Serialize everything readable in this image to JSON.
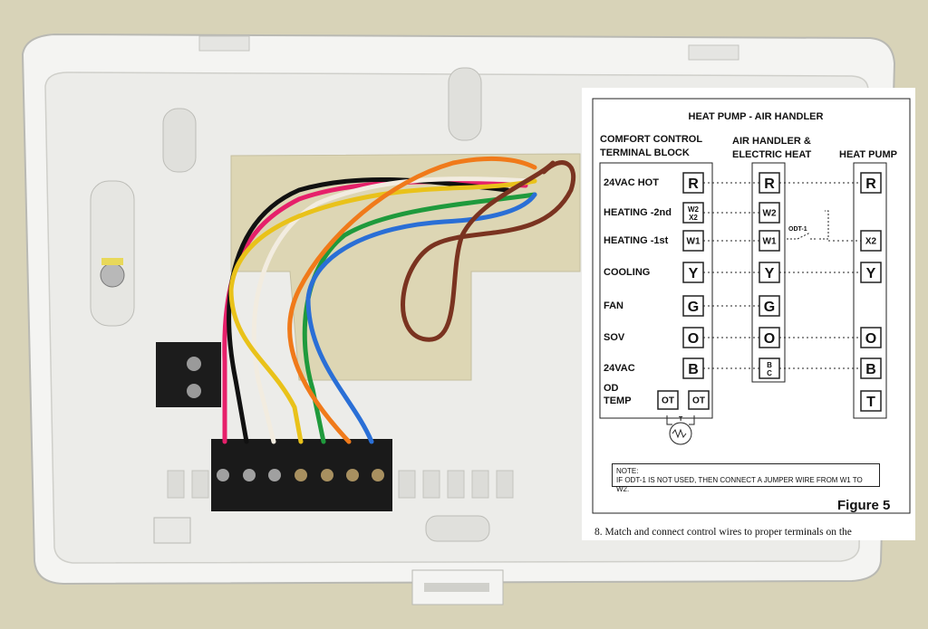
{
  "diagram": {
    "title": "HEAT PUMP - AIR HANDLER",
    "columns": {
      "comfort_control": [
        "COMFORT CONTROL",
        "TERMINAL BLOCK"
      ],
      "air_handler": [
        "AIR HANDLER &",
        "ELECTRIC HEAT"
      ],
      "heat_pump": "HEAT PUMP"
    },
    "rows": [
      {
        "label": "24VAC HOT",
        "control": "R",
        "handler": "R",
        "pump": "R"
      },
      {
        "label": "HEATING -2nd",
        "control": "W2/X2",
        "handler": "W2",
        "pump": ""
      },
      {
        "label": "HEATING -1st",
        "control": "W1",
        "handler": "W1",
        "pump": "X2"
      },
      {
        "label": "COOLING",
        "control": "Y",
        "handler": "Y",
        "pump": "Y"
      },
      {
        "label": "FAN",
        "control": "G",
        "handler": "G",
        "pump": ""
      },
      {
        "label": "SOV",
        "control": "O",
        "handler": "O",
        "pump": "O"
      },
      {
        "label": "24VAC",
        "control": "B",
        "handler": "B/C",
        "pump": "B"
      },
      {
        "label": "OD TEMP",
        "control": "OT OT",
        "handler": "",
        "pump": "T"
      }
    ],
    "odt_label": "ODT-1",
    "sensor_label": "T",
    "note_heading": "NOTE:",
    "note_text": "IF ODT-1 IS NOT USED, THEN CONNECT A JUMPER WIRE FROM W1 TO W2.",
    "figure_label": "Figure 5",
    "caption": "8.  Match and connect control wires to proper terminals on the"
  },
  "colors": {
    "wall": "#d8d3b8",
    "plate": "#f3f3f1",
    "terminal_block": "#1a1a1a",
    "wires": [
      "#e6206a",
      "#111111",
      "#f2ece0",
      "#e9c21a",
      "#1f9a3c",
      "#f07a1a",
      "#2a6fd6",
      "#7a3320"
    ]
  }
}
